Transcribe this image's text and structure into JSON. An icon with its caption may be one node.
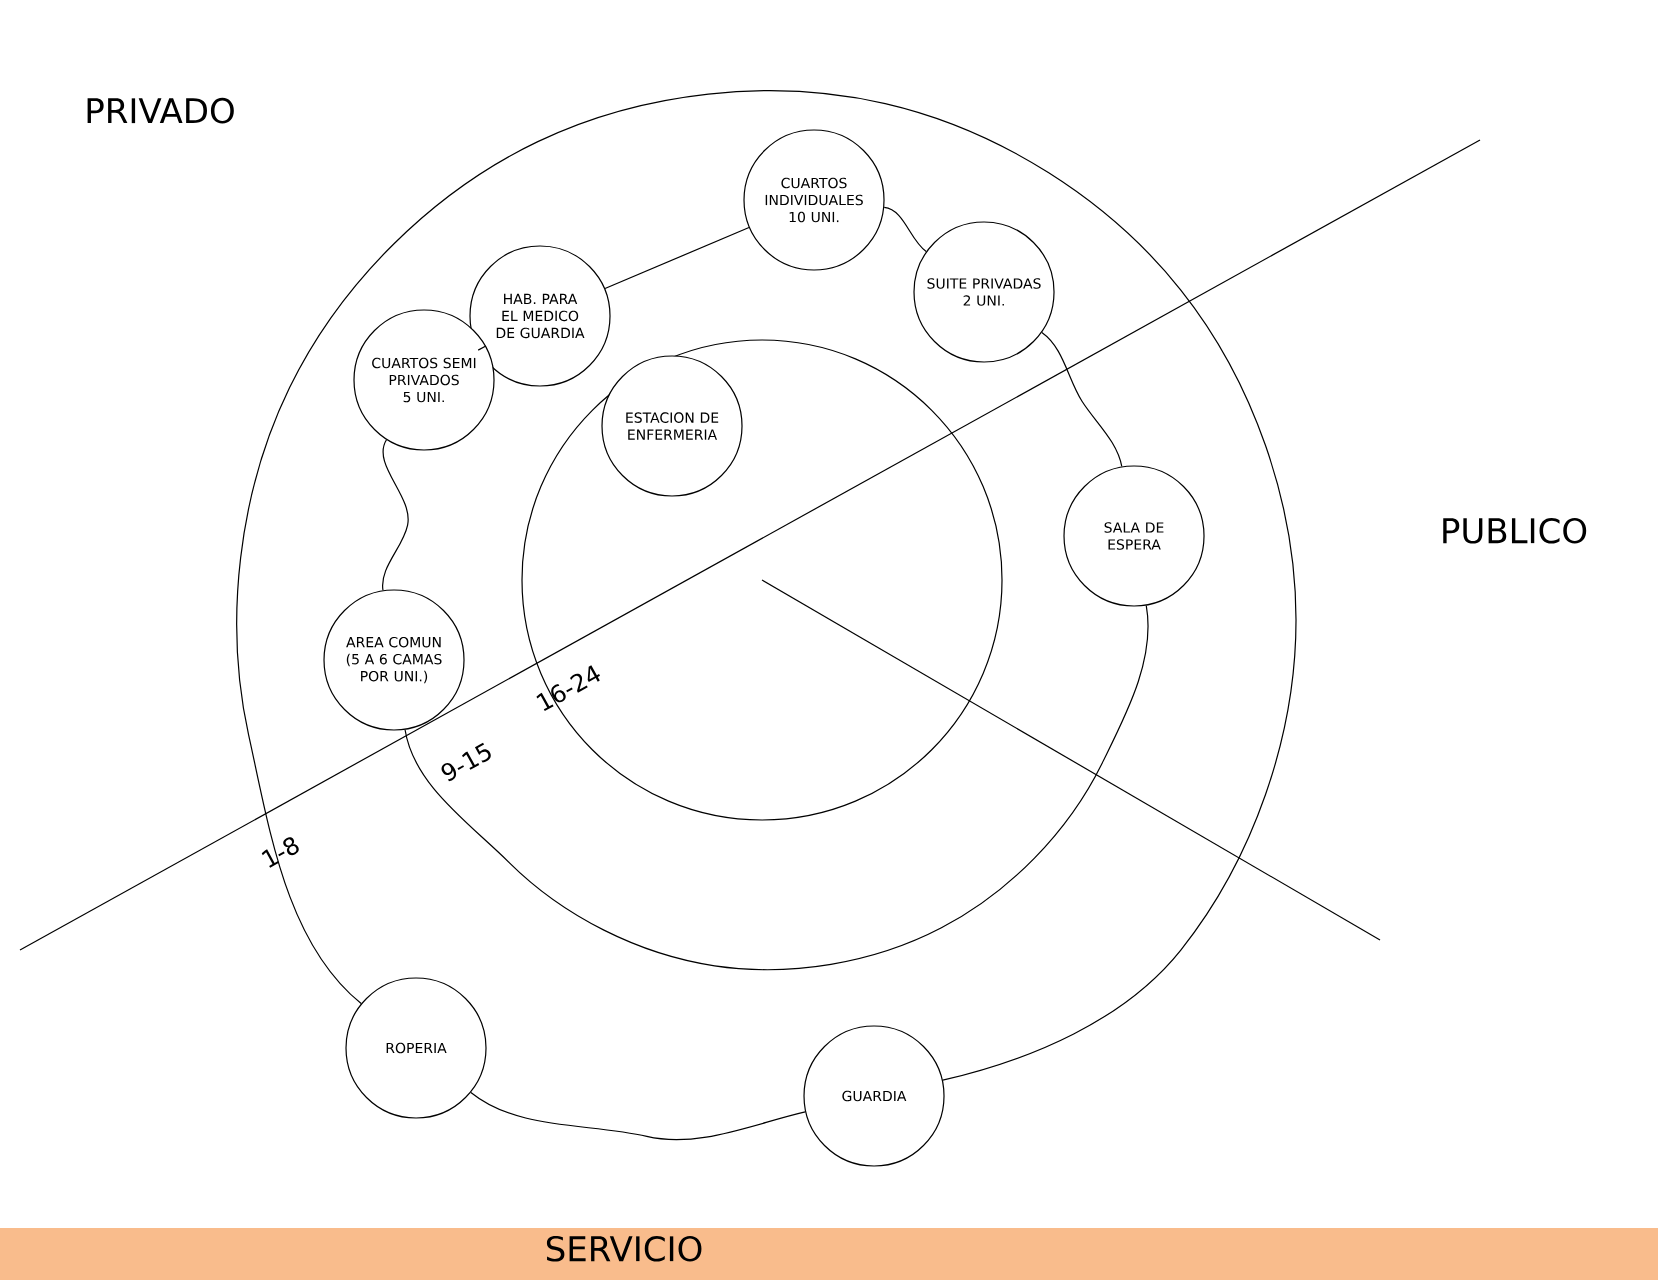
{
  "diagram": {
    "nodes": [
      {
        "text": [
          "CUARTOS INDIVIDUALES 10 UNI."
        ]
      },
      {
        "text": [
          "HAB. PARA EL MEDICO DE GUARDIA"
        ]
      },
      {
        "text": [
          "SUITE PRIVADAS 2 UNI."
        ]
      },
      {
        "text": [
          "CUARTOS SEMI PRIVADOS 5 UNI."
        ]
      },
      {
        "text": [
          "ESTACION DE ENFERMERIA"
        ]
      },
      {
        "text": [
          "SALA DE ESPERA"
        ]
      },
      {
        "text": [
          "AREA COMUN (5 A 6 CAMAS POR UNI.)"
        ]
      },
      {
        "text": [
          "ROPERIA"
        ]
      },
      {
        "text": [
          "GUARDIA"
        ]
      }
    ],
    "edges": [
      {
        "from": 0,
        "to": 2,
        "arrow": "none"
      },
      {
        "from": 2,
        "to": 5,
        "arrow": "none"
      },
      {
        "from": 5,
        "to": 6,
        "arrow": "none"
      },
      {
        "from": 6,
        "to": 3,
        "arrow": "none"
      },
      {
        "from": 3,
        "to": 1,
        "arrow": "none"
      },
      {
        "from": 1,
        "to": 0,
        "arrow": "none"
      },
      {
        "from": 7,
        "to": 8,
        "arrow": "none"
      },
      {
        "from": 8,
        "to": 7,
        "arrow": "none"
      }
    ],
    "labels": [
      "PRIVADO",
      "PUBLICO",
      "1-8",
      "9-15",
      "16-24",
      "SERVICIO"
    ]
  }
}
